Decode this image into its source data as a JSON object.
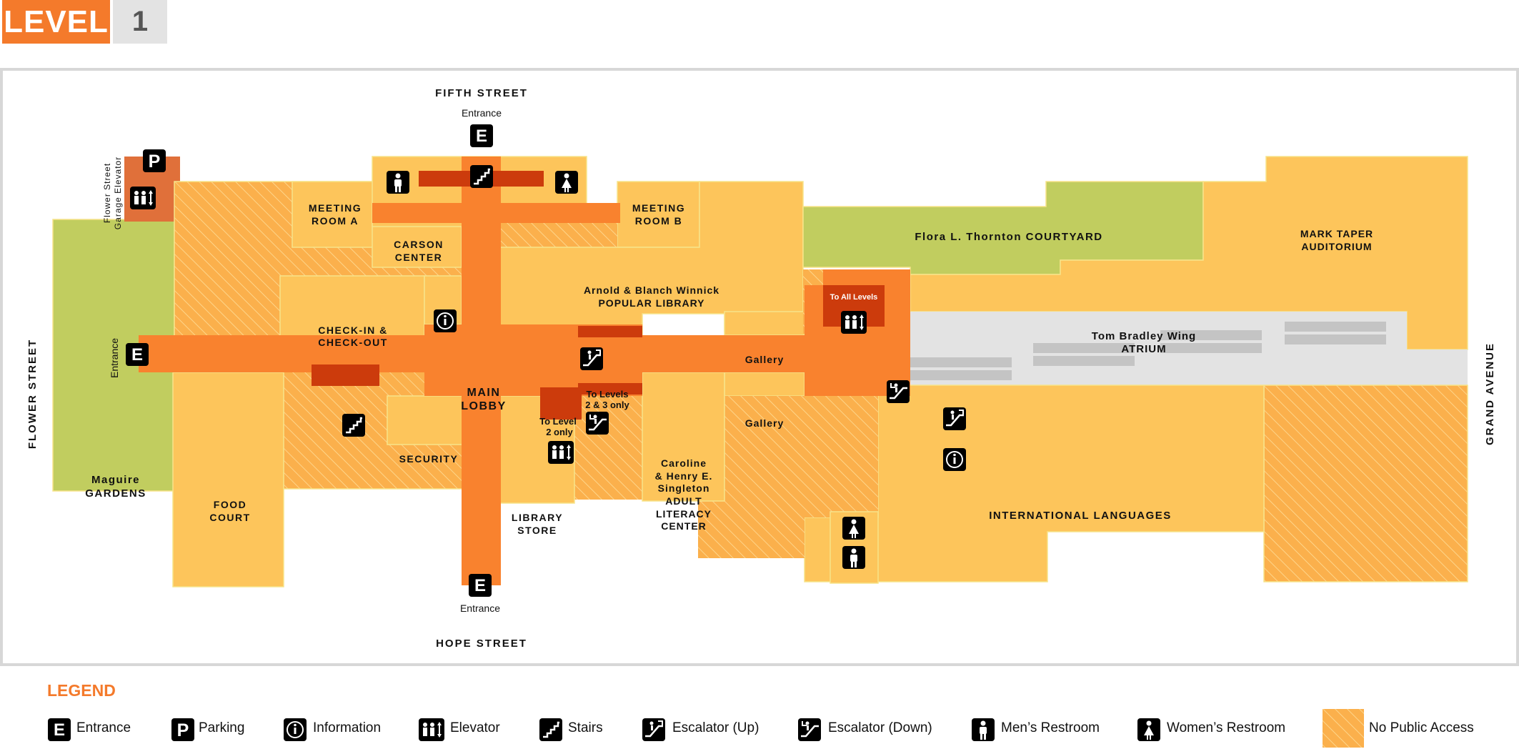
{
  "header": {
    "level_label": "LEVEL",
    "level_number": "1"
  },
  "colors": {
    "accent": "#f47a2b",
    "public_area": "#fdc55b",
    "main_corridor": "#f9822e",
    "no_public_access": "#fbb04c",
    "garden": "#c1cd5f",
    "atrium": "#e3e3e3",
    "garage": "#e0703a",
    "dark_red": "#cc3b0c",
    "icon_bg": "#000000"
  },
  "streets": {
    "north": "FIFTH STREET",
    "south": "HOPE STREET",
    "west": "FLOWER STREET",
    "east": "GRAND AVENUE"
  },
  "map_labels": {
    "entrance_north": "Entrance",
    "entrance_south": "Entrance",
    "entrance_west": "Entrance",
    "garage_line1": "Flower Street",
    "garage_line2": "Garage Elevator",
    "meeting_a_1": "MEETING",
    "meeting_a_2": "ROOM A",
    "meeting_b_1": "MEETING",
    "meeting_b_2": "ROOM B",
    "carson_1": "CARSON",
    "carson_2": "CENTER",
    "checkin_1": "CHECK-IN &",
    "checkin_2": "CHECK-OUT",
    "popular_1": "Arnold & Blanch Winnick",
    "popular_2": "POPULAR LIBRARY",
    "courtyard": "Flora L. Thornton COURTYARD",
    "taper_1": "MARK TAPER",
    "taper_2": "AUDITORIUM",
    "atrium_1": "Tom Bradley Wing",
    "atrium_2": "ATRIUM",
    "main_lobby_1": "MAIN",
    "main_lobby_2": "LOBBY",
    "gallery_upper": "Gallery",
    "gallery_lower": "Gallery",
    "to_all_levels": "To All Levels",
    "to_levels_23_1": "To Levels",
    "to_levels_23_2": "2 & 3 only",
    "to_level_2_1": "To Level",
    "to_level_2_2": "2 only",
    "security": "SECURITY",
    "maguire_1": "Maguire",
    "maguire_2": "GARDENS",
    "food_1": "FOOD",
    "food_2": "COURT",
    "library_store_1": "LIBRARY",
    "library_store_2": "STORE",
    "literacy_1": "Caroline",
    "literacy_2": "& Henry E.",
    "literacy_3": "Singleton",
    "literacy_4": "ADULT",
    "literacy_5": "LITERACY",
    "literacy_6": "CENTER",
    "intl_languages": "INTERNATIONAL LANGUAGES"
  },
  "icon_glyphs": {
    "entrance": "E",
    "parking": "P",
    "information": "i"
  },
  "legend": {
    "title": "LEGEND",
    "items": [
      {
        "icon": "entrance-icon",
        "label": "Entrance"
      },
      {
        "icon": "parking-icon",
        "label": "Parking"
      },
      {
        "icon": "information-icon",
        "label": "Information"
      },
      {
        "icon": "elevator-icon",
        "label": "Elevator"
      },
      {
        "icon": "stairs-icon",
        "label": "Stairs"
      },
      {
        "icon": "escalator-up-icon",
        "label": "Escalator (Up)"
      },
      {
        "icon": "escalator-down-icon",
        "label": "Escalator (Down)"
      },
      {
        "icon": "mens-restroom-icon",
        "label": "Men’s Restroom"
      },
      {
        "icon": "womens-restroom-icon",
        "label": "Women’s Restroom"
      },
      {
        "icon": "no-public-access-swatch",
        "label": "No Public Access"
      }
    ]
  }
}
